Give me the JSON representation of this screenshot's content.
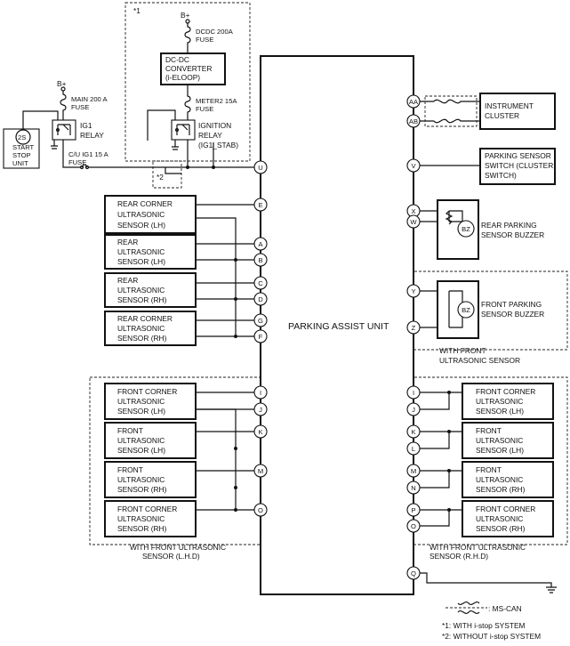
{
  "title": "PARKING ASSIST UNIT",
  "power": {
    "b_plus_top": "B+",
    "b_plus_left": "B+"
  },
  "fuses": {
    "dcdc": [
      "DCDC 200A",
      "FUSE"
    ],
    "main": [
      "MAIN 200 A",
      "FUSE"
    ],
    "meter2": [
      "METER2 15A",
      "FUSE"
    ],
    "cu_ig1": [
      "C/U IG1 15 A",
      "FUSE"
    ]
  },
  "components": {
    "dcdc_converter": [
      "DC-DC",
      "CONVERTER",
      "(i-ELOOP)"
    ],
    "ig1_relay": [
      "IG1",
      "RELAY"
    ],
    "ignition_relay": [
      "IGNITION",
      "RELAY",
      "(IG1_STAB)"
    ],
    "start_stop_unit": {
      "badge": "2S",
      "lines": [
        "START",
        "STOP",
        "UNIT"
      ]
    },
    "instrument_cluster": [
      "INSTRUMENT",
      "CLUSTER"
    ],
    "parking_sensor_switch": [
      "PARKING SENSOR",
      "SWITCH (CLUSTER",
      "SWITCH)"
    ],
    "rear_buzzer": [
      "REAR PARKING",
      "SENSOR BUZZER"
    ],
    "front_buzzer": [
      "FRONT PARKING",
      "SENSOR BUZZER"
    ],
    "buzzer_symbol": "BZ"
  },
  "rear_sensors": [
    [
      "REAR CORNER",
      "ULTRASONIC",
      "SENSOR (LH)"
    ],
    [
      "REAR",
      "ULTRASONIC",
      "SENSOR (LH)"
    ],
    [
      "REAR",
      "ULTRASONIC",
      "SENSOR (RH)"
    ],
    [
      "REAR CORNER",
      "ULTRASONIC",
      "SENSOR (RH)"
    ]
  ],
  "front_sensors_lhd": [
    [
      "FRONT CORNER",
      "ULTRASONIC",
      "SENSOR (LH)"
    ],
    [
      "FRONT",
      "ULTRASONIC",
      "SENSOR (LH)"
    ],
    [
      "FRONT",
      "ULTRASONIC",
      "SENSOR (RH)"
    ],
    [
      "FRONT CORNER",
      "ULTRASONIC",
      "SENSOR (RH)"
    ]
  ],
  "front_sensors_rhd": [
    [
      "FRONT CORNER",
      "ULTRASONIC",
      "SENSOR (LH)"
    ],
    [
      "FRONT",
      "ULTRASONIC",
      "SENSOR (LH)"
    ],
    [
      "FRONT",
      "ULTRASONIC",
      "SENSOR (RH)"
    ],
    [
      "FRONT CORNER",
      "ULTRASONIC",
      "SENSOR (RH)"
    ]
  ],
  "pins_left": [
    "U",
    "E",
    "A",
    "B",
    "C",
    "D",
    "G",
    "F",
    "I",
    "J",
    "K",
    "M",
    "O"
  ],
  "pins_right": [
    "AA",
    "AB",
    "V",
    "X",
    "W",
    "Y",
    "Z",
    "I",
    "J",
    "K",
    "L",
    "M",
    "N",
    "P",
    "O",
    "Q"
  ],
  "group_labels": {
    "with_front_sensor": [
      "WITH FRONT",
      "ULTRASONIC SENSOR"
    ],
    "lhd": [
      "WITH FRONT ULTRASONIC",
      "SENSOR (L.H.D)"
    ],
    "rhd": [
      "WITH FRONT ULTRASONIC",
      "SENSOR (R.H.D)"
    ]
  },
  "notes": {
    "n1_tag": "*1",
    "n2_tag": "*2"
  },
  "legend": {
    "ms_can": ": MS-CAN",
    "note1": "*1: WITH i-stop SYSTEM",
    "note2": "*2: WITHOUT i-stop SYSTEM"
  }
}
